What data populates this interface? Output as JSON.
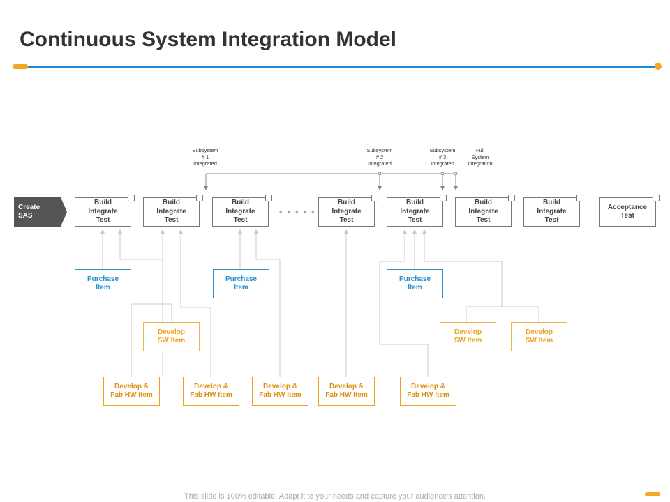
{
  "title": "Continuous System Integration Model",
  "create_sas": "Create\nSAS",
  "milestones": [
    "Subsystem\n# 1\nIntegrated",
    "Subsystem\n# 2\nIntegrated",
    "Subsystem\n# 3\nIntegrated",
    "Full\nSystem\nIntegration"
  ],
  "build_label": "Build\nIntegrate\nTest",
  "acceptance_label": "Acceptance\nTest",
  "purchase_label": "Purchase\nItem",
  "develop_sw_label": "Develop\nSW Item",
  "develop_fab_label": "Develop &\nFab HW Item",
  "ellipsis": "• • • • • •",
  "footer": "This slide is 100% editable. Adapt it to your needs and capture your audience's attention.",
  "colors": {
    "accent_blue": "#1e88d6",
    "accent_orange": "#f5a623",
    "purchase_blue": "#2a8fd0",
    "develop_orange": "#f0a020"
  }
}
